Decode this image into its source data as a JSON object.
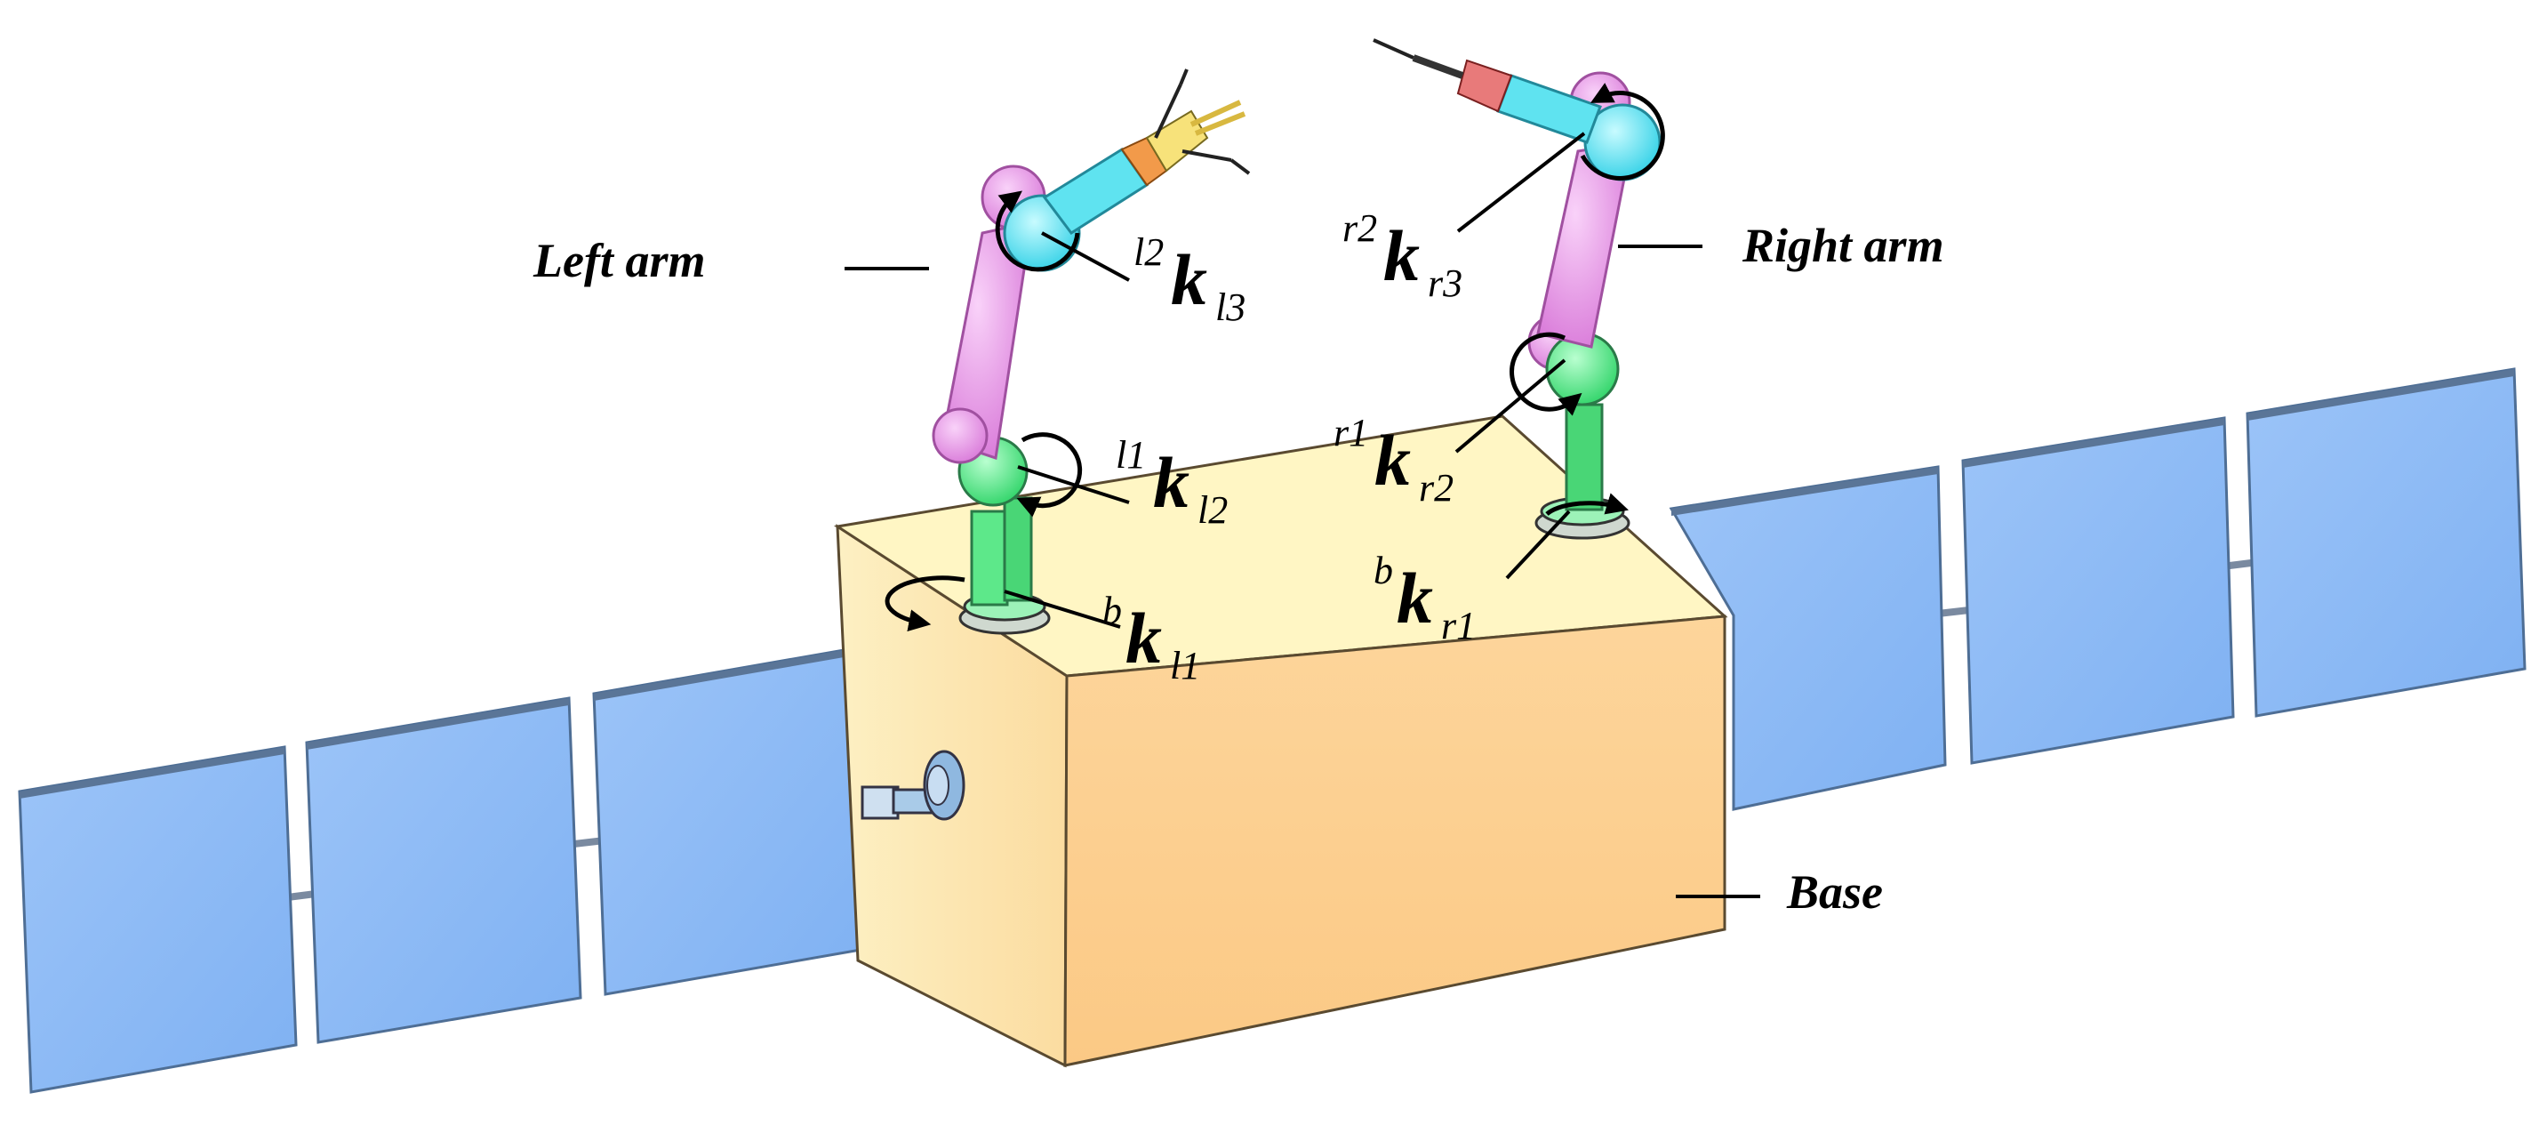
{
  "labels": {
    "left_arm": "Left arm",
    "right_arm": "Right arm",
    "base": "Base"
  },
  "axes": {
    "bkl1": {
      "pre": "b",
      "k": "k",
      "sub": "l1"
    },
    "l1kl2": {
      "pre": "l1",
      "k": "k",
      "sub": "l2"
    },
    "l2kl3": {
      "pre": "l2",
      "k": "k",
      "sub": "l3"
    },
    "bkr1": {
      "pre": "b",
      "k": "k",
      "sub": "r1"
    },
    "r1kr2": {
      "pre": "r1",
      "k": "k",
      "sub": "r2"
    },
    "r2kr3": {
      "pre": "r2",
      "k": "k",
      "sub": "r3"
    }
  },
  "colors": {
    "panel": "#8fbbf5",
    "base_top": "#fff6c4",
    "base_front": "#fdd190",
    "base_side": "#fbe6ad",
    "link_pink": "#e89be8",
    "joint_green": "#5de88a",
    "joint_cyan": "#5fe3f0"
  }
}
